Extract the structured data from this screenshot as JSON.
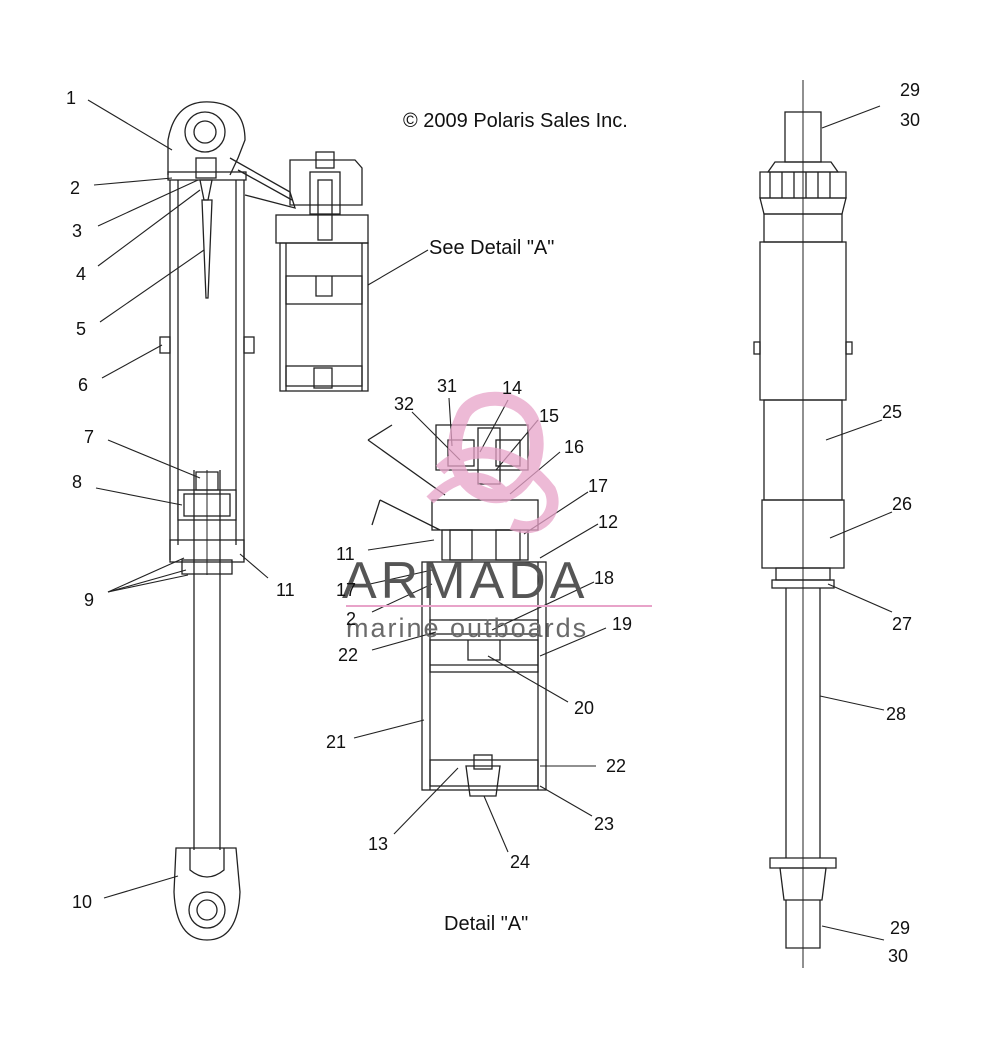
{
  "copyright": "© 2009 Polaris Sales Inc.",
  "detail_reference": "See Detail \"A\"",
  "detail_title": "Detail \"A\"",
  "watermark": {
    "brand": "ARMADA",
    "tagline": "marine outboards",
    "accent_color": "#e8a3c9"
  },
  "callouts": {
    "c1": "1",
    "c2": "2",
    "c3": "3",
    "c4": "4",
    "c5": "5",
    "c6": "6",
    "c7": "7",
    "c8": "8",
    "c9": "9",
    "c10": "10",
    "c11a": "11",
    "c29a": "29",
    "c30a": "30",
    "c25": "25",
    "c26": "26",
    "c27": "27",
    "c28": "28",
    "c29b": "29",
    "c30b": "30",
    "c31": "31",
    "c32": "32",
    "c14": "14",
    "c15": "15",
    "c16": "16",
    "c17a": "17",
    "c12": "12",
    "c11b": "11",
    "c17b": "17",
    "c18": "18",
    "c2b": "2",
    "c19": "19",
    "c22a": "22",
    "c20": "20",
    "c21": "21",
    "c22b": "22",
    "c23": "23",
    "c13": "13",
    "c24": "24"
  }
}
